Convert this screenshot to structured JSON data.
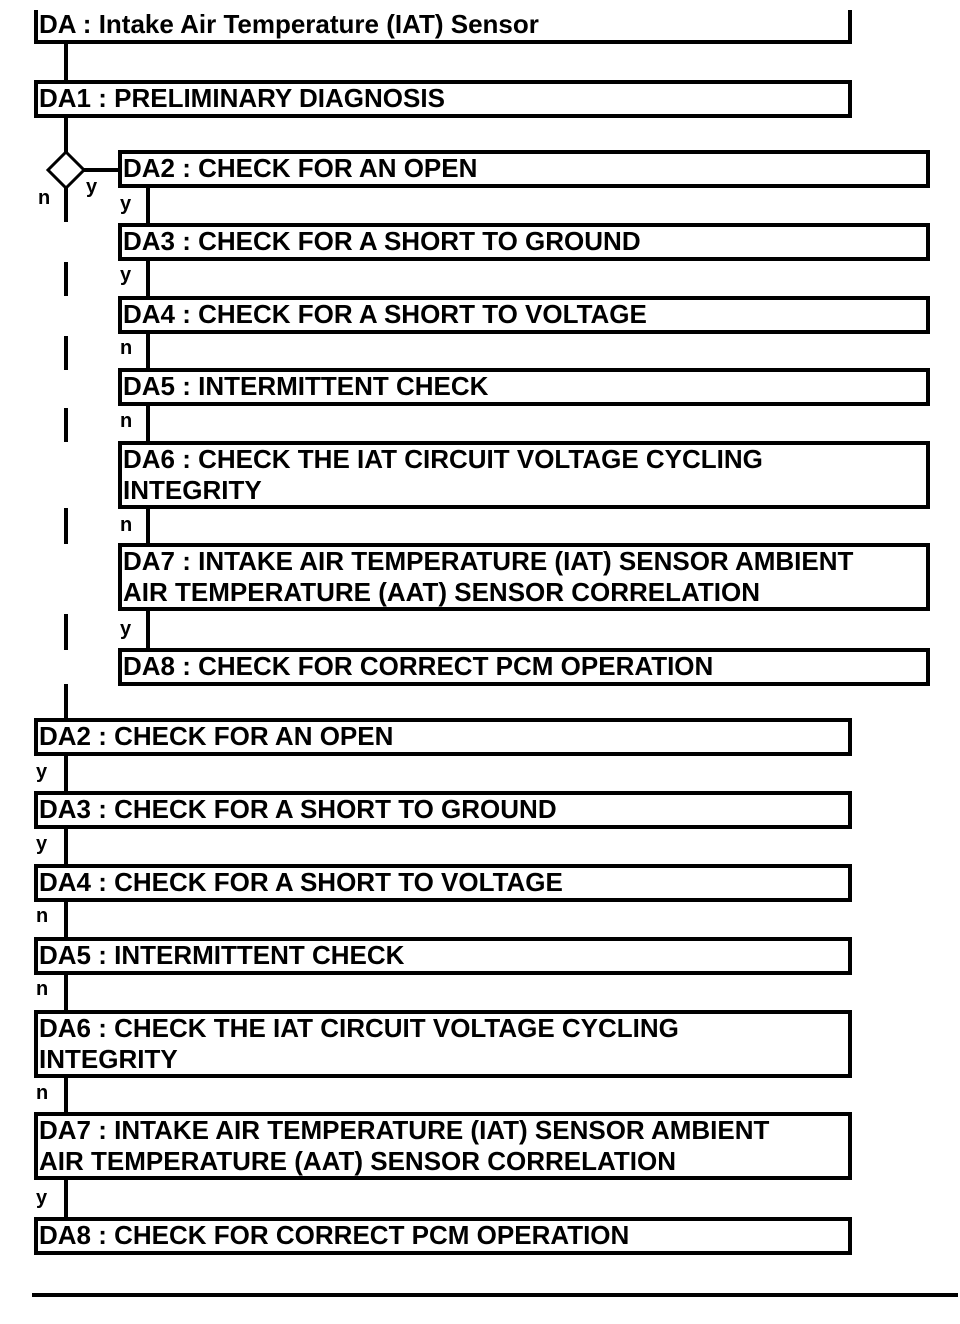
{
  "title": "DA : Intake Air Temperature (IAT) Sensor",
  "preliminary": "DA1 : PRELIMINARY DIAGNOSIS",
  "decision_labels": {
    "yes": "y",
    "no": "n"
  },
  "yes_branch": {
    "steps": [
      {
        "lines": [
          "DA2 : CHECK FOR AN OPEN"
        ],
        "link": "y"
      },
      {
        "lines": [
          "DA3 : CHECK FOR A SHORT TO GROUND"
        ],
        "link": "y"
      },
      {
        "lines": [
          "DA4 : CHECK FOR A SHORT TO VOLTAGE"
        ],
        "link": "n"
      },
      {
        "lines": [
          "DA5 : INTERMITTENT CHECK"
        ],
        "link": "n"
      },
      {
        "lines": [
          "DA6 : CHECK THE IAT CIRCUIT VOLTAGE CYCLING",
          "INTEGRITY"
        ],
        "link": "n"
      },
      {
        "lines": [
          "DA7 : INTAKE AIR TEMPERATURE (IAT) SENSOR AMBIENT",
          "AIR TEMPERATURE (AAT) SENSOR CORRELATION"
        ],
        "link": "y"
      },
      {
        "lines": [
          "DA8 : CHECK FOR CORRECT PCM OPERATION"
        ],
        "link": null
      }
    ]
  },
  "no_branch": {
    "steps": [
      {
        "lines": [
          "DA2 : CHECK FOR AN OPEN"
        ],
        "link": "y"
      },
      {
        "lines": [
          "DA3 : CHECK FOR A SHORT TO GROUND"
        ],
        "link": "y"
      },
      {
        "lines": [
          "DA4 : CHECK FOR A SHORT TO VOLTAGE"
        ],
        "link": "n"
      },
      {
        "lines": [
          "DA5 : INTERMITTENT CHECK"
        ],
        "link": "n"
      },
      {
        "lines": [
          "DA6 : CHECK THE IAT CIRCUIT VOLTAGE CYCLING",
          "INTEGRITY"
        ],
        "link": "n"
      },
      {
        "lines": [
          "DA7 : INTAKE AIR TEMPERATURE (IAT) SENSOR AMBIENT",
          "AIR TEMPERATURE (AAT) SENSOR CORRELATION"
        ],
        "link": "y"
      },
      {
        "lines": [
          "DA8 : CHECK FOR CORRECT PCM OPERATION"
        ],
        "link": null
      }
    ]
  }
}
